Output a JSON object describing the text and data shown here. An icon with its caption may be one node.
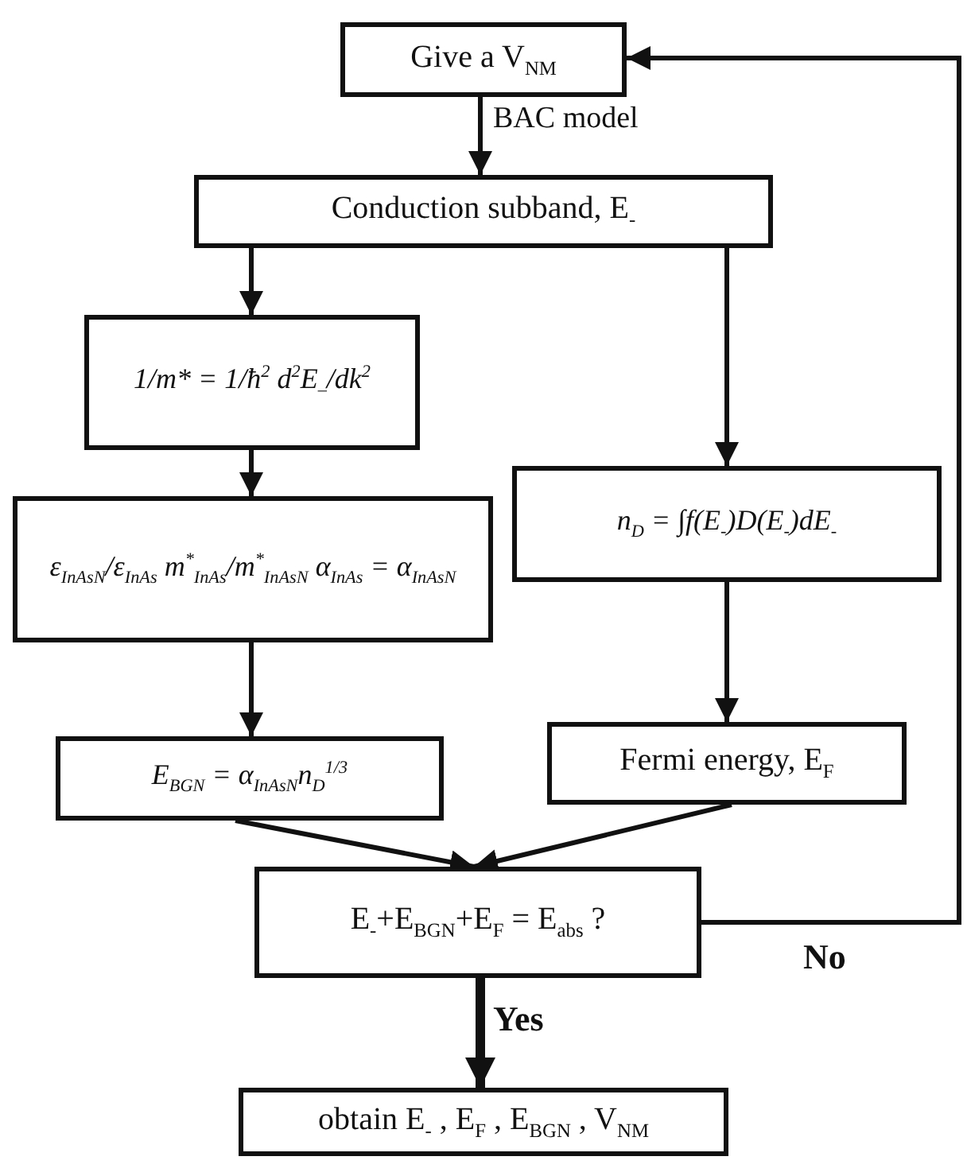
{
  "diagram": {
    "nodes": [
      {
        "text": [
          "Give a V$_{NM}$"
        ]
      },
      {
        "text": [
          "Conduction subband, E$_{-}$"
        ]
      },
      {
        "text": [
          "1/m* = 1/ħ$^{2}$ d$^{2}$E$_{–}$/dk$^{2}$"
        ]
      },
      {
        "text": [
          "ε$_{InAsN}$/ε$_{InAs}$ m$^{*}$$_{InAs}$/m$^{*}$$_{InAsN}$ α$_{InAs}$ = α$_{InAsN}$"
        ]
      },
      {
        "text": [
          "E$_{BGN}$ = α$_{InAsN}$n$_{D}$$^{1/3}$"
        ]
      },
      {
        "text": [
          "n$_{D}$ = ∫f(E$_{-}$)D(E$_{-}$)dE$_{-}$"
        ]
      },
      {
        "text": [
          "Fermi energy, E$_{F}$"
        ]
      },
      {
        "text": [
          "E$_{-}$+E$_{BGN}$+E$_{F}$ = E$_{abs}$ ?"
        ]
      },
      {
        "text": [
          "obtain E$_{-}$ , E$_{F}$ , E$_{BGN}$ , V$_{NM}$"
        ]
      }
    ],
    "edges": [
      {
        "from": 0,
        "to": 1,
        "arrow": "to",
        "label": "BAC model"
      },
      {
        "from": 1,
        "to": 2,
        "arrow": "to"
      },
      {
        "from": 1,
        "to": 5,
        "arrow": "to"
      },
      {
        "from": 2,
        "to": 3,
        "arrow": "to"
      },
      {
        "from": 3,
        "to": 4,
        "arrow": "to"
      },
      {
        "from": 4,
        "to": 7,
        "arrow": "to"
      },
      {
        "from": 5,
        "to": 6,
        "arrow": "to"
      },
      {
        "from": 6,
        "to": 7,
        "arrow": "to"
      },
      {
        "from": 7,
        "to": 8,
        "arrow": "to",
        "label": "Yes",
        "style": "thick"
      },
      {
        "from": 7,
        "to": 0,
        "arrow": "to",
        "label": "No"
      }
    ]
  }
}
